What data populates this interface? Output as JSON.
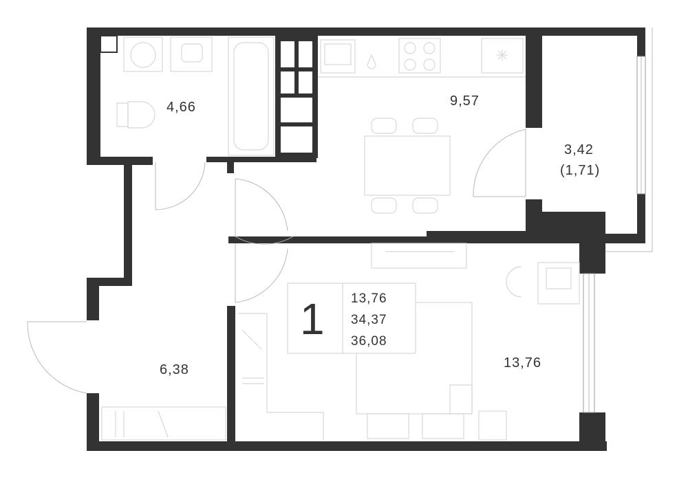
{
  "rooms": {
    "bathroom_area": "4,66",
    "kitchen_area": "9,57",
    "balcony_area": "3,42",
    "balcony_reduced": "(1,71)",
    "hall_area": "6,38",
    "living_area": "13,76"
  },
  "summary": {
    "room_count": "1",
    "living_area": "13,76",
    "total_area": "34,37",
    "total_with_balcony": "36,08"
  },
  "colors": {
    "wall": "#333333",
    "furniture": "#d8d8d8",
    "door": "#b8b8b8"
  }
}
